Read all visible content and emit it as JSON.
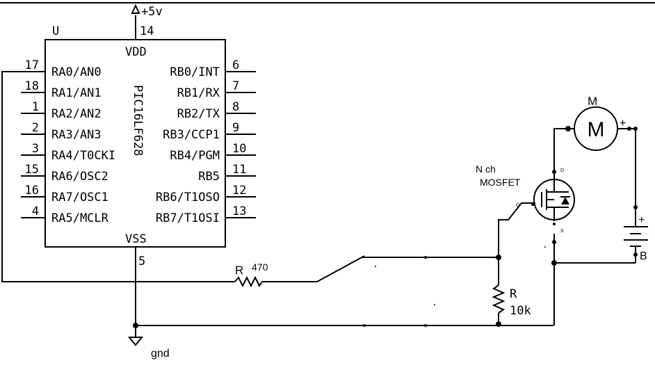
{
  "power": {
    "label": "+5v",
    "vdd_pin": "14",
    "vss_pin": "5"
  },
  "ic": {
    "ref": "U",
    "part": "PIC16LF628",
    "vdd": "VDD",
    "vss": "VSS",
    "left_pins": [
      {
        "num": "17",
        "name": "RA0/AN0"
      },
      {
        "num": "18",
        "name": "RA1/AN1"
      },
      {
        "num": "1",
        "name": "RA2/AN2"
      },
      {
        "num": "2",
        "name": "RA3/AN3"
      },
      {
        "num": "3",
        "name": "RA4/T0CKI"
      },
      {
        "num": "15",
        "name": "RA6/OSC2"
      },
      {
        "num": "16",
        "name": "RA7/OSC1"
      },
      {
        "num": "4",
        "name": "RA5/MCLR"
      }
    ],
    "right_pins": [
      {
        "num": "6",
        "name": "RB0/INT"
      },
      {
        "num": "7",
        "name": "RB1/RX"
      },
      {
        "num": "8",
        "name": "RB2/TX"
      },
      {
        "num": "9",
        "name": "RB3/CCP1"
      },
      {
        "num": "10",
        "name": "RB4/PGM"
      },
      {
        "num": "11",
        "name": "RB5"
      },
      {
        "num": "12",
        "name": "RB6/T1OSO"
      },
      {
        "num": "13",
        "name": "RB7/T1OSI"
      }
    ]
  },
  "r1": {
    "ref": "R",
    "value": "470"
  },
  "r2": {
    "ref": "R",
    "value": "10k"
  },
  "mosfet": {
    "line1": "N ch",
    "line2": "MOSFET",
    "d": "D",
    "g": "G",
    "s": "S"
  },
  "motor": {
    "ref": "M",
    "symbol": "M",
    "plus": "+"
  },
  "battery": {
    "plus": "+",
    "ref": "B"
  },
  "ground": {
    "label": "gnd"
  }
}
